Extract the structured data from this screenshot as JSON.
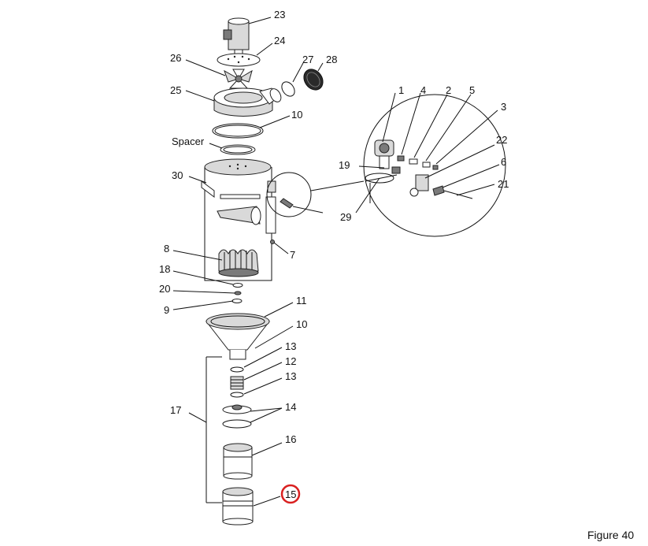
{
  "figure_caption": "Figure 40",
  "highlight_color": "#d92020",
  "labels": {
    "p23": "23",
    "p24": "24",
    "p26": "26",
    "p27": "27",
    "p28": "28",
    "p25": "25",
    "p10a": "10",
    "spacer": "Spacer",
    "p30": "30",
    "p8": "8",
    "p18": "18",
    "p20": "20",
    "p9": "9",
    "p7": "7",
    "p11": "11",
    "p10b": "10",
    "p13a": "13",
    "p12": "12",
    "p13b": "13",
    "p17": "17",
    "p14": "14",
    "p16": "16",
    "p15": "15",
    "p1": "1",
    "p4": "4",
    "p2": "2",
    "p5": "5",
    "p3": "3",
    "p19": "19",
    "p22": "22",
    "p6": "6",
    "p21": "21",
    "p29": "29"
  }
}
